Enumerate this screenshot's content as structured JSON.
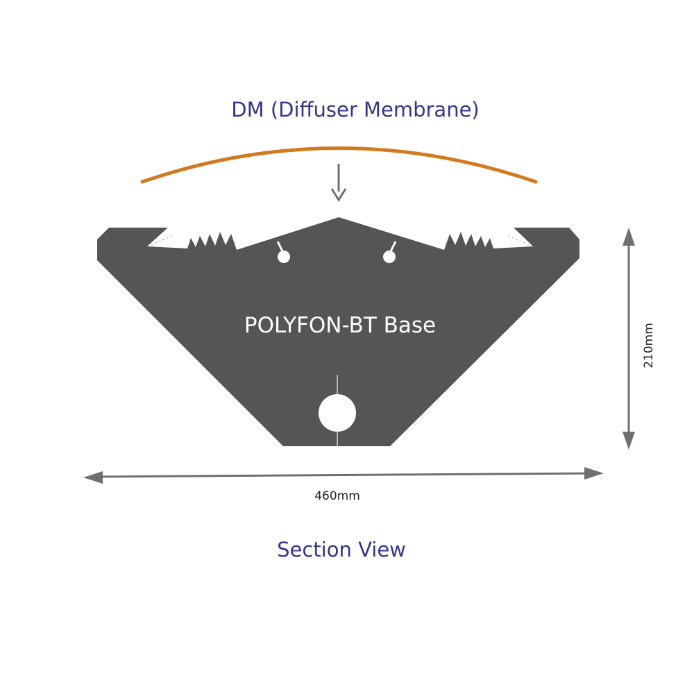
{
  "labels": {
    "membrane": "DM (Diffuser Membrane)",
    "base": "POLYFON-BT Base",
    "width": "460mm",
    "height": "210mm",
    "view": "Section View"
  },
  "colors": {
    "membrane": "#d47a1e",
    "base": "#555555",
    "arrow": "#6f6f6f",
    "title_text": "#35358a",
    "base_text": "#ffffff"
  },
  "icons": {
    "membrane_arrow": "arrow-down-icon",
    "width_dimension": "double-arrow-horizontal-icon",
    "height_dimension": "double-arrow-vertical-icon"
  }
}
